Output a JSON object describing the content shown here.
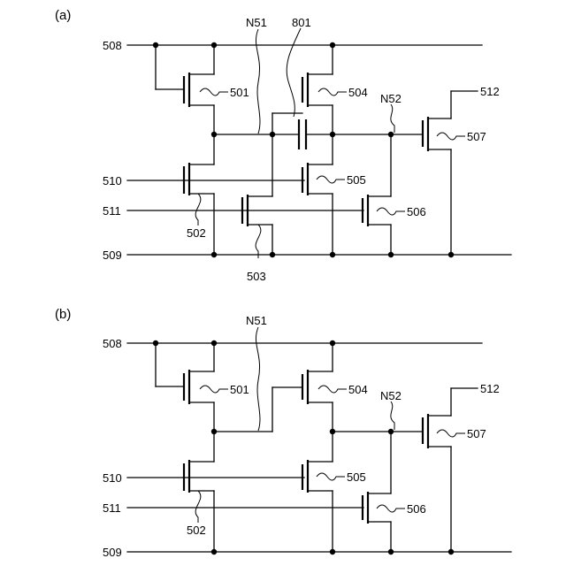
{
  "panels": [
    {
      "label": "(a)",
      "lines": {
        "top": "508",
        "in1": "510",
        "in2": "511",
        "bottom": "509",
        "out": "512"
      },
      "nodes": {
        "n51": "N51",
        "n52": "N52",
        "cap": "801"
      },
      "transistors": {
        "t501": "501",
        "t502": "502",
        "t503": "503",
        "t504": "504",
        "t505": "505",
        "t506": "506",
        "t507": "507"
      }
    },
    {
      "label": "(b)",
      "lines": {
        "top": "508",
        "in1": "510",
        "in2": "511",
        "bottom": "509",
        "out": "512"
      },
      "nodes": {
        "n51": "N51",
        "n52": "N52"
      },
      "transistors": {
        "t501": "501",
        "t502": "502",
        "t504": "504",
        "t505": "505",
        "t506": "506",
        "t507": "507"
      }
    }
  ]
}
